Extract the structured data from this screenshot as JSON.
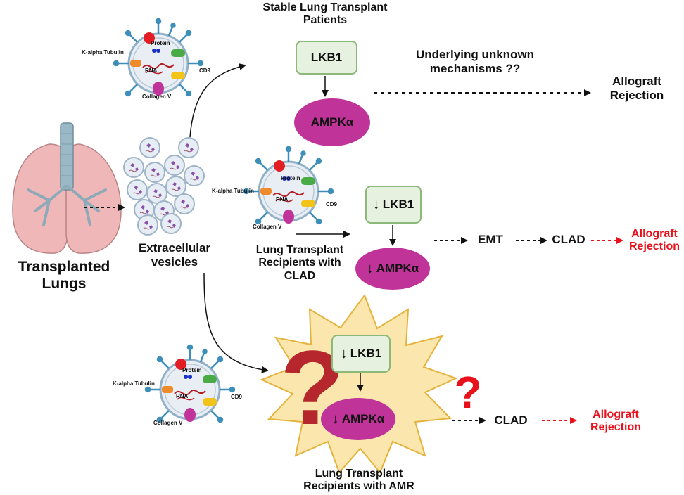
{
  "titles": {
    "stable": "Stable Lung Transplant Patients",
    "clad_group": "Lung Transplant Recipients with CLAD",
    "amr_group": "Lung Transplant Recipients with AMR",
    "lungs": "Transplanted Lungs",
    "ev": "Extracellular vesicles"
  },
  "nodes": {
    "lkb1": "LKB1",
    "ampk": "AMPKα",
    "unknown": "Underlying unknown mechanisms ??",
    "allograft_rejection": "Allograft Rejection",
    "emt": "EMT",
    "clad": "CLAD",
    "down_arrow": "↓",
    "question": "?"
  },
  "vesicle": {
    "protein": "Protein",
    "rna": "RNA",
    "tubulin": "K-alpha Tubulin",
    "cd9": "CD9",
    "collagen": "Collagen V"
  },
  "colors": {
    "box_fill": "#e7f1df",
    "box_border": "#8cb87a",
    "ampk": "#c0349a",
    "red_text": "#e8111b",
    "burst_fill": "#fbe7ae",
    "burst_stroke": "#e3b33c",
    "question_main": "#b6272d",
    "question_red": "#e8111b"
  }
}
